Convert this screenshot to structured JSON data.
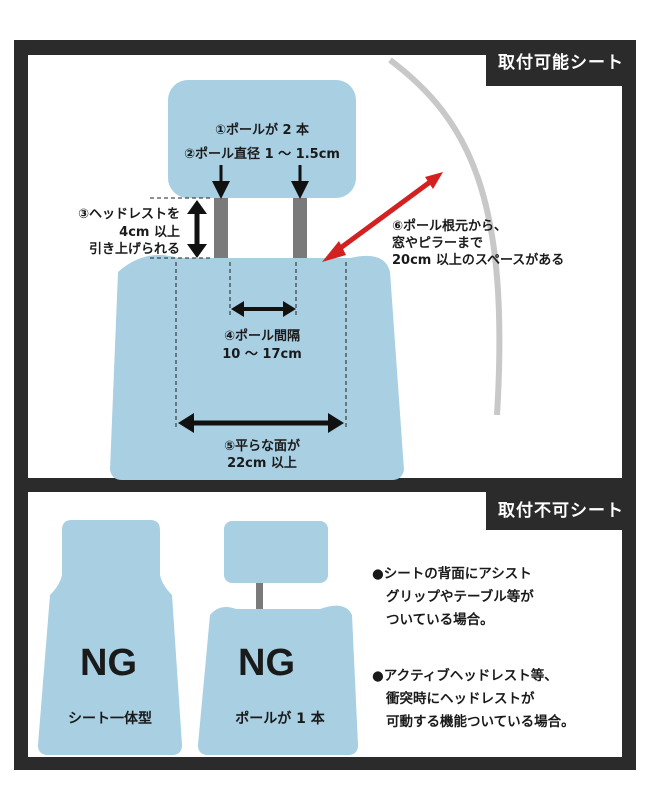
{
  "badges": {
    "installable": "取付可能シート",
    "not_installable": "取付不可シート"
  },
  "conditions": {
    "poles_count": "①ポールが 2 本",
    "pole_diameter": "②ポール直径 1 ～ 1.5cm",
    "headrest_raise_1": "③ヘッドレストを",
    "headrest_raise_2": "4cm 以上",
    "headrest_raise_3": "引き上げられる",
    "pole_spacing_1": "④ポール間隔",
    "pole_spacing_2": "10 ～ 17cm",
    "flat_surface_1": "⑤平らな面が",
    "flat_surface_2": "22cm 以上",
    "clearance_1": "⑥ポール根元から、",
    "clearance_2": "窓やピラーまで",
    "clearance_3": "20cm 以上のスペースがある"
  },
  "ng_examples": [
    {
      "mark": "NG",
      "caption": "シート一体型"
    },
    {
      "mark": "NG",
      "caption": "ポールが 1 本"
    }
  ],
  "notes": [
    {
      "line1": "●シートの背面にアシスト",
      "line2": "グリップやテーブル等が",
      "line3": "ついている場合。"
    },
    {
      "line1": "●アクティブヘッドレスト等、",
      "line2": "衝突時にヘッドレストが",
      "line3": "可動する機能ついている場合。"
    }
  ],
  "colors": {
    "frame": "#2b2b2b",
    "seat": "#a8cfe2",
    "pole": "#7a7a7a",
    "arrow_red": "#d32020",
    "pillar": "#c8c8c8"
  }
}
